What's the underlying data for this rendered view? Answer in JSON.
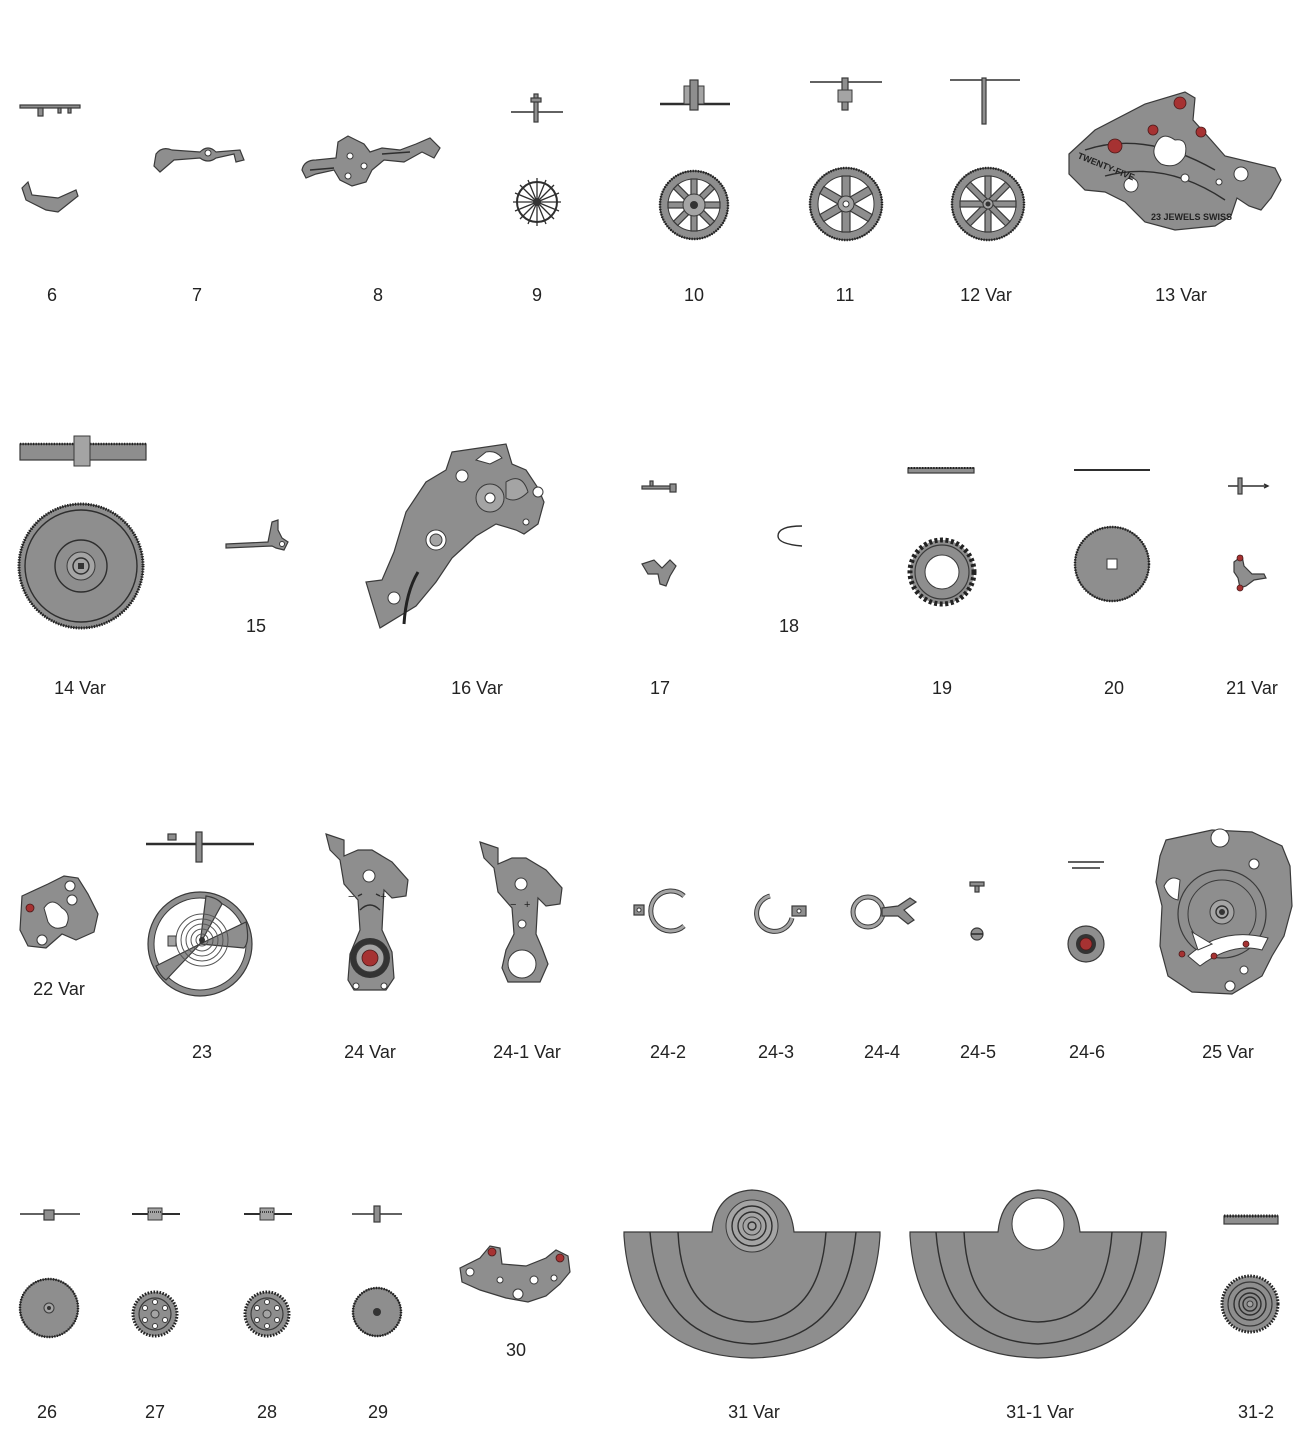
{
  "parts": [
    {
      "id": "6",
      "label": "6"
    },
    {
      "id": "7",
      "label": "7"
    },
    {
      "id": "8",
      "label": "8"
    },
    {
      "id": "9",
      "label": "9"
    },
    {
      "id": "10",
      "label": "10"
    },
    {
      "id": "11",
      "label": "11"
    },
    {
      "id": "12",
      "label": "12 Var"
    },
    {
      "id": "13",
      "label": "13 Var"
    },
    {
      "id": "14",
      "label": "14 Var"
    },
    {
      "id": "15",
      "label": "15"
    },
    {
      "id": "16",
      "label": "16 Var"
    },
    {
      "id": "17",
      "label": "17"
    },
    {
      "id": "18",
      "label": "18"
    },
    {
      "id": "19",
      "label": "19"
    },
    {
      "id": "20",
      "label": "20"
    },
    {
      "id": "21",
      "label": "21 Var"
    },
    {
      "id": "22",
      "label": "22 Var"
    },
    {
      "id": "23",
      "label": "23"
    },
    {
      "id": "24",
      "label": "24 Var"
    },
    {
      "id": "24-1",
      "label": "24-1 Var"
    },
    {
      "id": "24-2",
      "label": "24-2"
    },
    {
      "id": "24-3",
      "label": "24-3"
    },
    {
      "id": "24-4",
      "label": "24-4"
    },
    {
      "id": "24-5",
      "label": "24-5"
    },
    {
      "id": "24-6",
      "label": "24-6"
    },
    {
      "id": "25",
      "label": "25 Var"
    },
    {
      "id": "26",
      "label": "26"
    },
    {
      "id": "27",
      "label": "27"
    },
    {
      "id": "28",
      "label": "28"
    },
    {
      "id": "29",
      "label": "29"
    },
    {
      "id": "30",
      "label": "30"
    },
    {
      "id": "31",
      "label": "31 Var"
    },
    {
      "id": "31-1",
      "label": "31-1 Var"
    },
    {
      "id": "31-2",
      "label": "31-2"
    }
  ],
  "engravings": {
    "bridge_jewels": "23 JEWELS SWISS",
    "bridge_text": "TWENTY-FIVE"
  },
  "colors": {
    "part_gray": "#8e8e8e",
    "outline": "#3a3a3a",
    "jewel_red": "#a63232"
  }
}
